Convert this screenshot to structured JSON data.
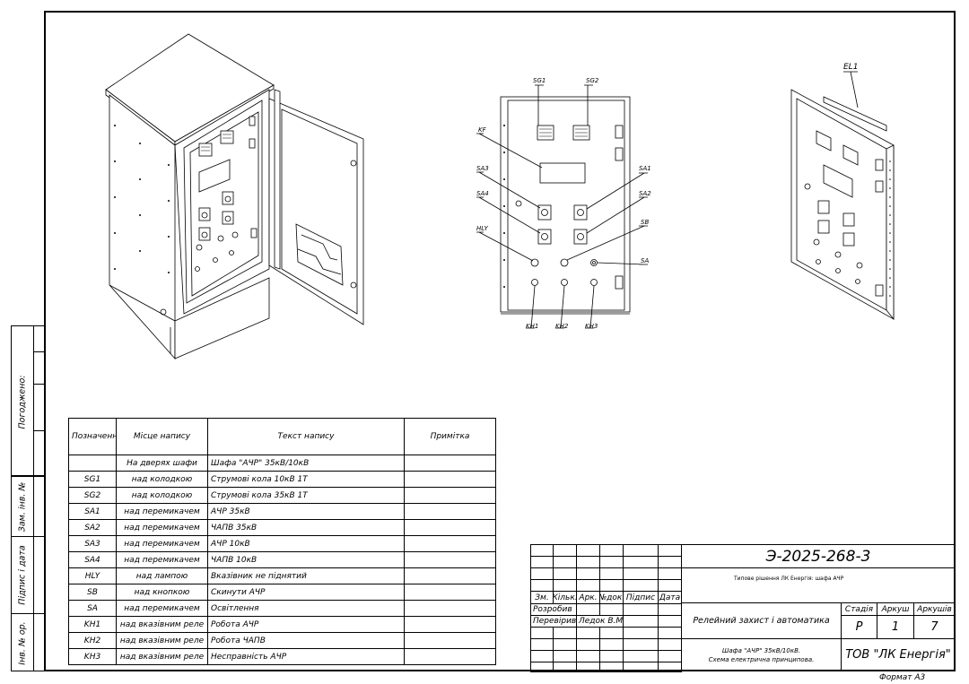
{
  "side_stamp": {
    "agreed": "Погоджено:",
    "replaced_inv": "Зам. інв. №",
    "sign_date": "Підпис і дата",
    "orig_inv": "Інв. № ор."
  },
  "drawing_labels": {
    "el1": "EL1",
    "sg1": "SG1",
    "sg2": "SG2",
    "kf": "KF",
    "sa1": "SA1",
    "sa2": "SA2",
    "sa3": "SA3",
    "sa4": "SA4",
    "hly": "HLY",
    "sb": "SB",
    "sa": "SA",
    "kh1": "KH1",
    "kh2": "KH2",
    "kh3": "KH3"
  },
  "inscriptions_table": {
    "headers": [
      "Позначення",
      "Місце напису",
      "Текст напису",
      "Примітка"
    ],
    "rows": [
      [
        "",
        "На дверях шафи",
        "Шафа \"АЧР\" 35кВ/10кВ",
        ""
      ],
      [
        "SG1",
        "над колодкою",
        "Струмові кола 10кВ 1Т",
        ""
      ],
      [
        "SG2",
        "над колодкою",
        "Струмові кола 35кВ 1Т",
        ""
      ],
      [
        "SA1",
        "над перемикачем",
        "АЧР 35кВ",
        ""
      ],
      [
        "SA2",
        "над перемикачем",
        "ЧАПВ 35кВ",
        ""
      ],
      [
        "SA3",
        "над перемикачем",
        "АЧР 10кВ",
        ""
      ],
      [
        "SA4",
        "над перемикачем",
        "ЧАПВ 10кВ",
        ""
      ],
      [
        "HLY",
        "над лампою",
        "Вказівник не піднятий",
        ""
      ],
      [
        "SB",
        "над кнопкою",
        "Скинути АЧР",
        ""
      ],
      [
        "SA",
        "над перемикачем",
        "Освітлення",
        ""
      ],
      [
        "KH1",
        "над вказівним реле",
        "Робота АЧР",
        ""
      ],
      [
        "KH2",
        "над вказівним реле",
        "Робота ЧАПВ",
        ""
      ],
      [
        "KH3",
        "над вказівним реле",
        "Несправність АЧР",
        ""
      ]
    ]
  },
  "title_block": {
    "doc_code": "Э-2025-268-3",
    "subtitle": "Типове рішення ЛК Енергія: шафа АЧР",
    "rev_headers": [
      "Зм.",
      "Кільк.",
      "Арк.",
      "№док.",
      "Підпис",
      "Дата"
    ],
    "developed": "Розробив",
    "checked": "Перевірив",
    "checker_name": "Ледок В.М.",
    "project_title": "Релейний захист і автоматика",
    "stage_label": "Стадія",
    "sheet_label": "Аркуш",
    "sheets_label": "Аркушів",
    "stage": "Р",
    "sheet": "1",
    "sheets": "7",
    "drawing_name_1": "Шафа \"АЧР\" 35кВ/10кВ.",
    "drawing_name_2": "Схема електрична принципова.",
    "company": "ТОВ \"ЛК Енергія\"",
    "format": "Формат А3"
  }
}
